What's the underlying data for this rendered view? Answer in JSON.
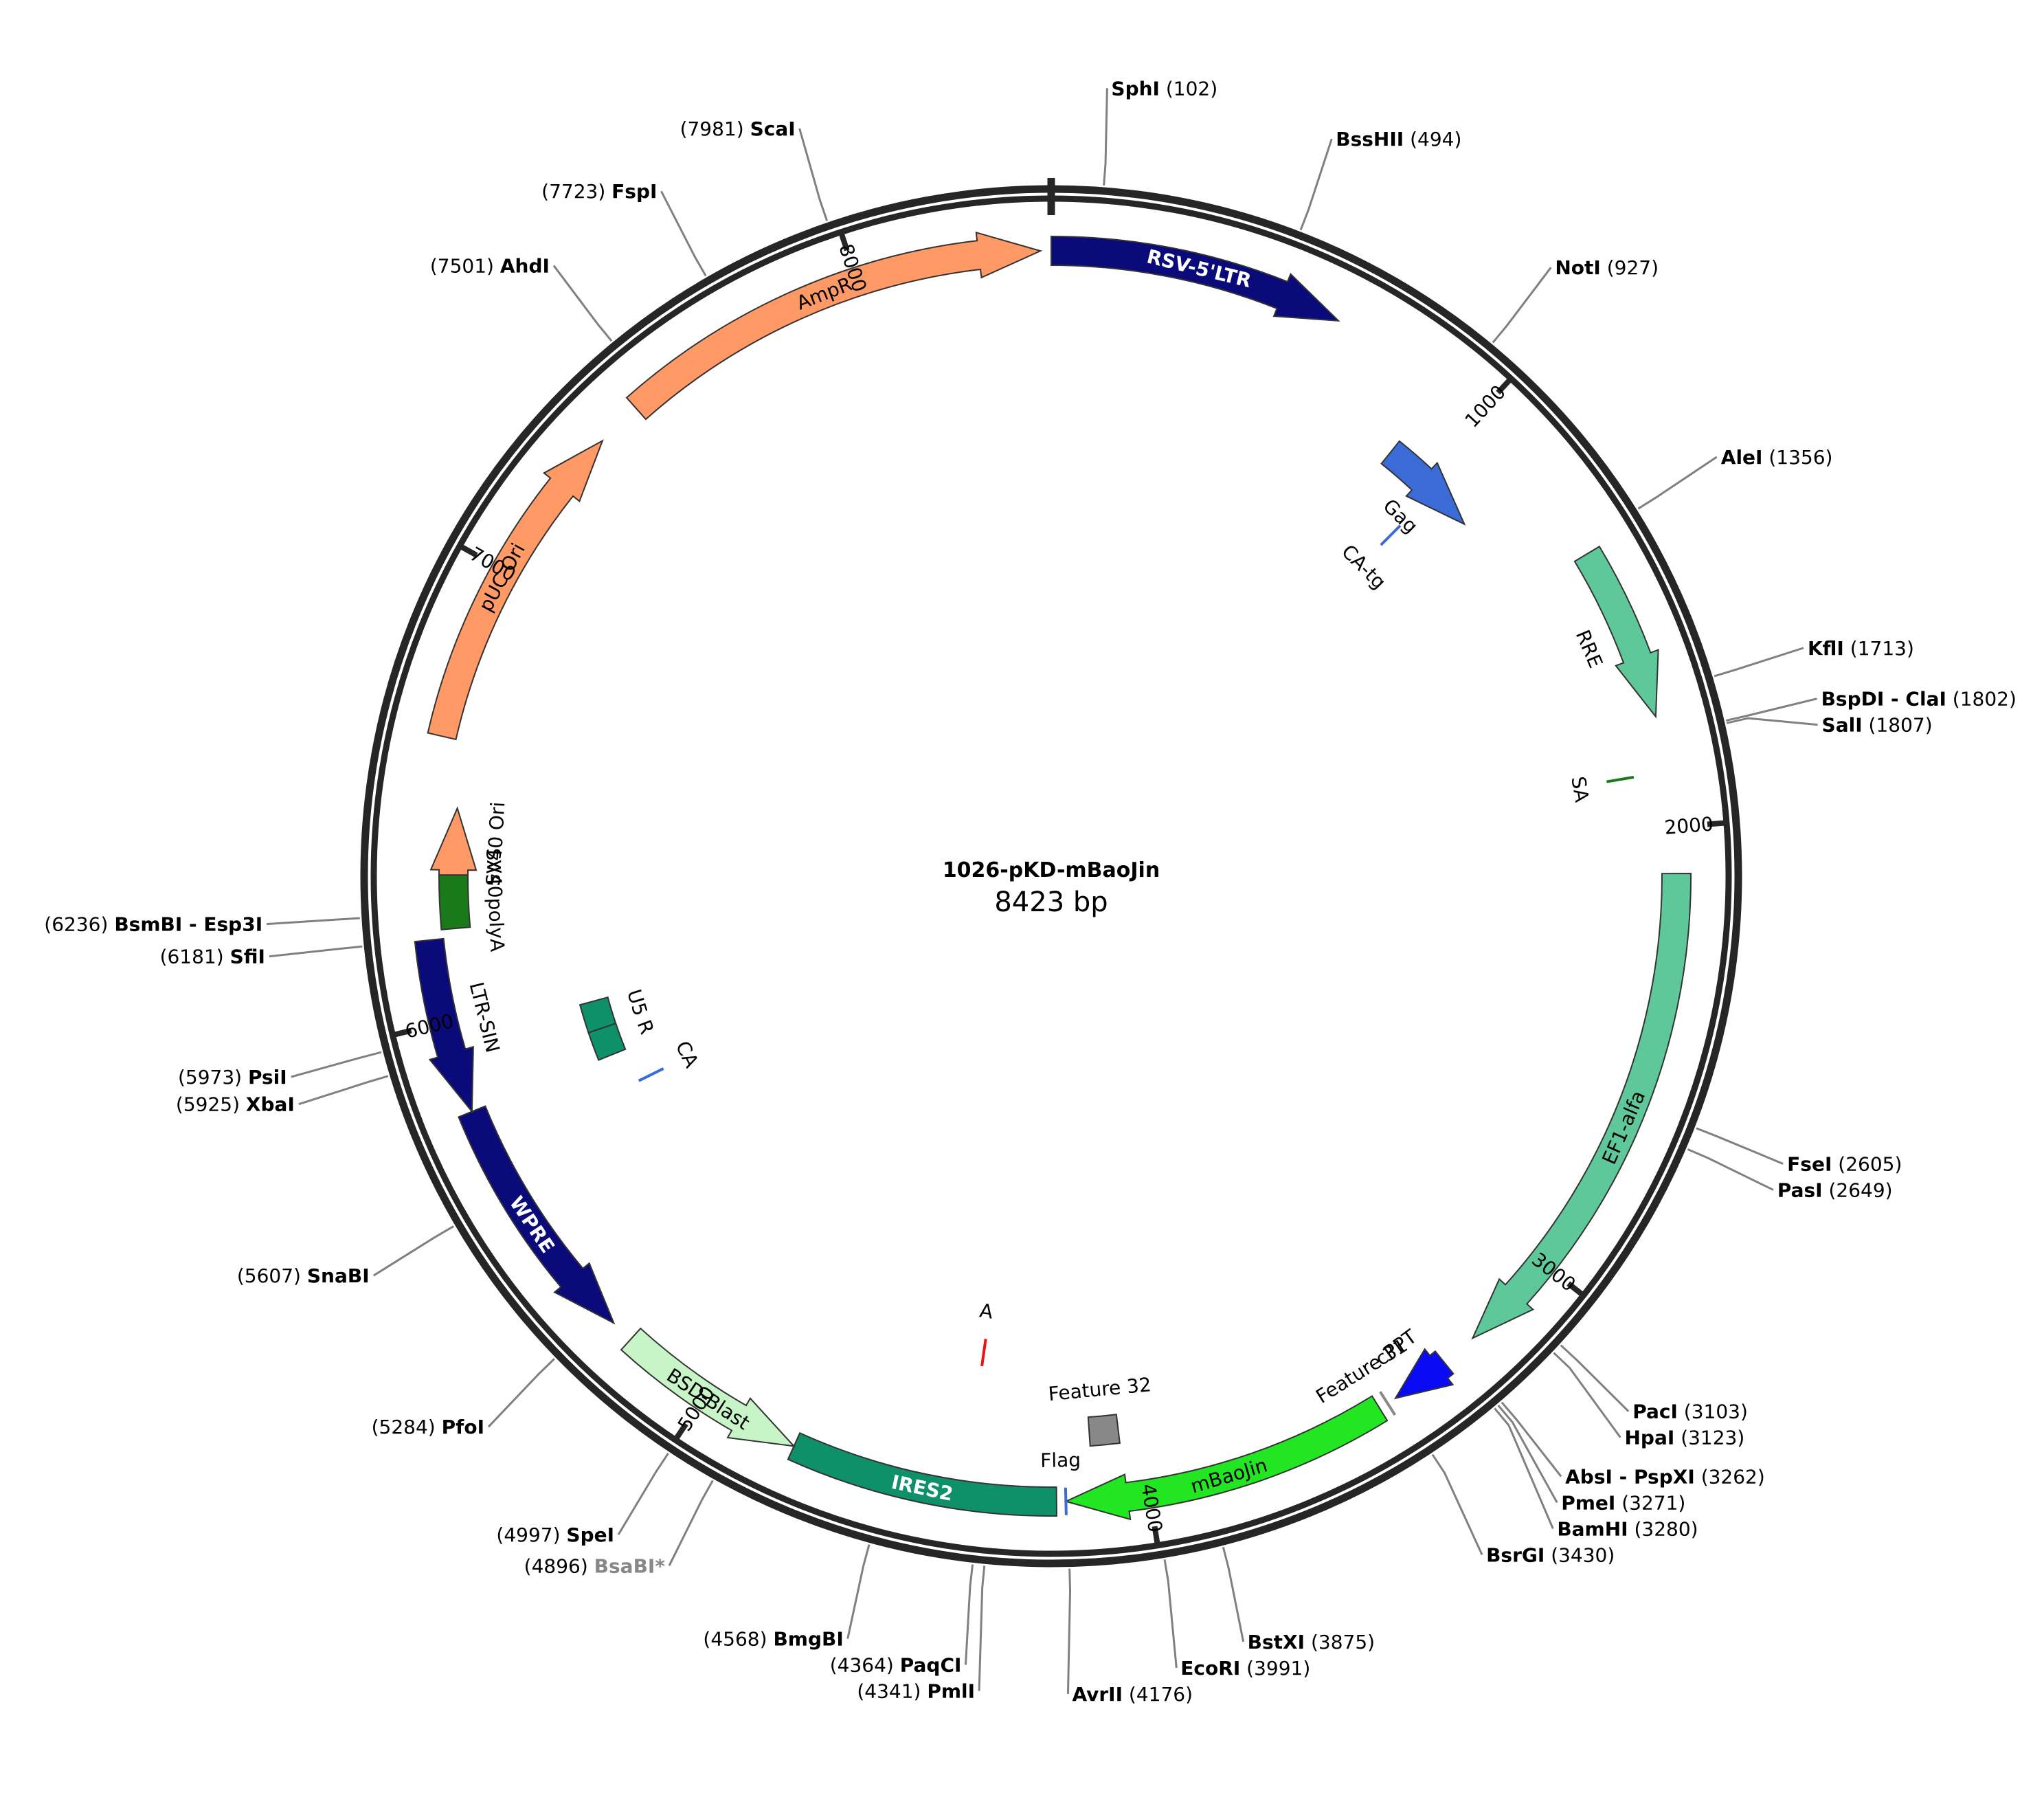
{
  "plasmid": {
    "name": "1026-pKD-mBaoJin",
    "size_label": "8423 bp",
    "length": 8423
  },
  "tick_labels": [
    {
      "pos": 1000,
      "label": "1000"
    },
    {
      "pos": 2000,
      "label": "2000"
    },
    {
      "pos": 3000,
      "label": "3000"
    },
    {
      "pos": 4000,
      "label": "4000"
    },
    {
      "pos": 5000,
      "label": "5000"
    },
    {
      "pos": 6000,
      "label": "6000"
    },
    {
      "pos": 7000,
      "label": "7000"
    },
    {
      "pos": 8000,
      "label": "8000"
    }
  ],
  "sites": [
    {
      "name": "SphI",
      "pos": 102,
      "pos_label": "(102)",
      "grey": false
    },
    {
      "name": "BssHII",
      "pos": 494,
      "pos_label": "(494)",
      "grey": false
    },
    {
      "name": "NotI",
      "pos": 927,
      "pos_label": "(927)",
      "grey": false
    },
    {
      "name": "AleI",
      "pos": 1356,
      "pos_label": "(1356)",
      "grey": false
    },
    {
      "name": "KflI",
      "pos": 1713,
      "pos_label": "(1713)",
      "grey": false
    },
    {
      "name": "BspDI - ClaI",
      "pos": 1802,
      "pos_label": "(1802)",
      "grey": false
    },
    {
      "name": "SalI",
      "pos": 1807,
      "pos_label": "(1807)",
      "grey": false
    },
    {
      "name": "FseI",
      "pos": 2605,
      "pos_label": "(2605)",
      "grey": false
    },
    {
      "name": "PasI",
      "pos": 2649,
      "pos_label": "(2649)",
      "grey": false
    },
    {
      "name": "PacI",
      "pos": 3103,
      "pos_label": "(3103)",
      "grey": false
    },
    {
      "name": "HpaI",
      "pos": 3123,
      "pos_label": "(3123)",
      "grey": false
    },
    {
      "name": "AbsI - PspXI",
      "pos": 3262,
      "pos_label": "(3262)",
      "grey": false
    },
    {
      "name": "PmeI",
      "pos": 3271,
      "pos_label": "(3271)",
      "grey": false
    },
    {
      "name": "BamHI",
      "pos": 3280,
      "pos_label": "(3280)",
      "grey": false
    },
    {
      "name": "BsrGI",
      "pos": 3430,
      "pos_label": "(3430)",
      "grey": false
    },
    {
      "name": "BstXI",
      "pos": 3875,
      "pos_label": "(3875)",
      "grey": false
    },
    {
      "name": "EcoRI",
      "pos": 3991,
      "pos_label": "(3991)",
      "grey": false
    },
    {
      "name": "AvrII",
      "pos": 4176,
      "pos_label": "(4176)",
      "grey": false
    },
    {
      "name": "PmlI",
      "pos": 4341,
      "pos_label": "(4341)",
      "grey": false
    },
    {
      "name": "PaqCI",
      "pos": 4364,
      "pos_label": "(4364)",
      "grey": false
    },
    {
      "name": "BmgBI",
      "pos": 4568,
      "pos_label": "(4568)",
      "grey": false
    },
    {
      "name": "BsaBI*",
      "pos": 4896,
      "pos_label": "(4896)",
      "grey": true
    },
    {
      "name": "SpeI",
      "pos": 4997,
      "pos_label": "(4997)",
      "grey": false
    },
    {
      "name": "PfoI",
      "pos": 5284,
      "pos_label": "(5284)",
      "grey": false
    },
    {
      "name": "SnaBI",
      "pos": 5607,
      "pos_label": "(5607)",
      "grey": false
    },
    {
      "name": "XbaI",
      "pos": 5925,
      "pos_label": "(5925)",
      "grey": false
    },
    {
      "name": "PsiI",
      "pos": 5973,
      "pos_label": "(5973)",
      "grey": false
    },
    {
      "name": "SfiI",
      "pos": 6181,
      "pos_label": "(6181)",
      "grey": false
    },
    {
      "name": "BsmBI - Esp3I",
      "pos": 6236,
      "pos_label": "(6236)",
      "grey": false
    },
    {
      "name": "AhdI",
      "pos": 7501,
      "pos_label": "(7501)",
      "grey": false
    },
    {
      "name": "FspI",
      "pos": 7723,
      "pos_label": "(7723)",
      "grey": false
    },
    {
      "name": "ScaI",
      "pos": 7981,
      "pos_label": "(7981)",
      "grey": false
    }
  ],
  "features": [
    {
      "label": "RSV-5'LTR",
      "start": 0,
      "end": 640,
      "dir": "cw",
      "color": "#0a0a7a",
      "label_inside": true,
      "label_color": "#ffffff"
    },
    {
      "label": "Gag",
      "start": 905,
      "end": 1160,
      "dir": "cw",
      "color": "#3a6bd6",
      "label_inside": false
    },
    {
      "label": "CA-tg",
      "start": 1050,
      "end": 1070,
      "dir": "none",
      "color": "#3a6bd6",
      "label_inside": false
    },
    {
      "label": "RRE",
      "start": 1380,
      "end": 1760,
      "dir": "cw",
      "color": "#5fc89a",
      "label_inside": false
    },
    {
      "label": "SA",
      "start": 1880,
      "end": 1895,
      "dir": "none",
      "color": "#1a7a1a",
      "label_inside": false
    },
    {
      "label": "EF1-alfa",
      "start": 2100,
      "end": 3220,
      "dir": "cw",
      "color": "#5fc89a",
      "label_inside": true,
      "label_color": "#000000"
    },
    {
      "label": "cPPT",
      "start": 3300,
      "end": 3430,
      "dir": "cw",
      "color": "#0a0af5",
      "label_inside": false
    },
    {
      "label": "Feature 31",
      "start": 3450,
      "end": 3470,
      "dir": "none",
      "color": "#888888",
      "label_inside": false
    },
    {
      "label": "mBaoJin",
      "start": 3470,
      "end": 4180,
      "dir": "cw",
      "color": "#22e622",
      "label_inside": true,
      "label_color": "#000000"
    },
    {
      "label": "Feature 32",
      "start": 4050,
      "end": 4120,
      "dir": "none",
      "color": "#888888",
      "label_inside": false
    },
    {
      "label": "Flag",
      "start": 4180,
      "end": 4200,
      "dir": "none",
      "color": "#3a6bd6",
      "label_inside": false
    },
    {
      "label": "IRES2",
      "start": 4200,
      "end": 4780,
      "dir": "none",
      "color": "#0e9068",
      "label_inside": true,
      "label_color": "#ffffff"
    },
    {
      "label": "A",
      "start": 4400,
      "end": 4420,
      "dir": "none",
      "color": "#ee1111",
      "label_inside": false
    },
    {
      "label": "BSD-Blast",
      "start": 4780,
      "end": 5200,
      "dir": "ccw",
      "color": "#c8f5c8",
      "label_inside": true,
      "label_color": "#000000"
    },
    {
      "label": "WPRE",
      "start": 5250,
      "end": 5800,
      "dir": "ccw",
      "color": "#0a0a7a",
      "label_inside": true,
      "label_color": "#ffffff"
    },
    {
      "label": "LTR-SIN",
      "start": 5800,
      "end": 6180,
      "dir": "ccw",
      "color": "#0a0a7a",
      "label_inside": false
    },
    {
      "label": "U5",
      "start": 5880,
      "end": 5960,
      "dir": "none",
      "color": "#0e9068",
      "label_inside": false
    },
    {
      "label": "R",
      "start": 5800,
      "end": 5880,
      "dir": "none",
      "color": "#0e9068",
      "label_inside": false
    },
    {
      "label": "CA",
      "start": 5700,
      "end": 5715,
      "dir": "none",
      "color": "#3a6bd6",
      "label_inside": false
    },
    {
      "label": "SV40polyA",
      "start": 6200,
      "end": 6320,
      "dir": "none",
      "color": "#1a7a1a",
      "label_inside": false
    },
    {
      "label": "SV40 Ori",
      "start": 6320,
      "end": 6470,
      "dir": "cw",
      "color": "#ff9966",
      "label_inside": false
    },
    {
      "label": "pUC Ori",
      "start": 6620,
      "end": 7350,
      "dir": "cw",
      "color": "#ff9966",
      "label_inside": true,
      "label_color": "#000000"
    },
    {
      "label": "AmpR",
      "start": 7450,
      "end": 8400,
      "dir": "cw",
      "color": "#ff9966",
      "label_inside": true,
      "label_color": "#000000"
    }
  ]
}
